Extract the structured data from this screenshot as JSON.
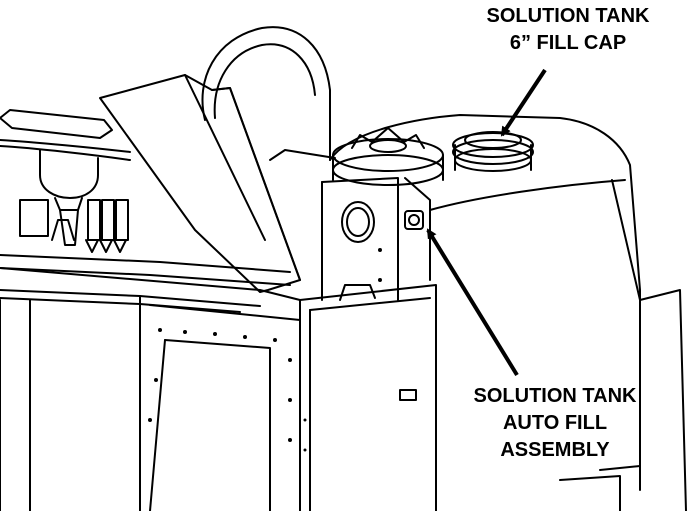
{
  "callouts": {
    "fill_cap": {
      "line1": "SOLUTION TANK",
      "line2": "6” FILL CAP"
    },
    "auto_fill": {
      "line1": "SOLUTION TANK",
      "line2": "AUTO FILL",
      "line3": "ASSEMBLY"
    }
  },
  "colors": {
    "line": "#000000",
    "background": "#ffffff"
  }
}
